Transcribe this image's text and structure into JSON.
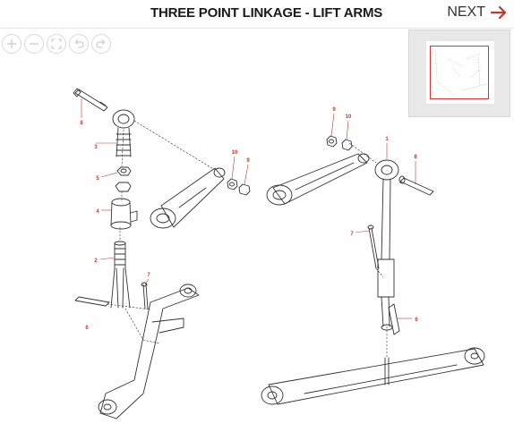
{
  "header": {
    "title": "THREE POINT LINKAGE - LIFT ARMS",
    "next_label": "NEXT"
  },
  "toolbar": {
    "tools": [
      "zoom-in",
      "zoom-out",
      "fit-screen",
      "undo",
      "redo"
    ]
  },
  "colors": {
    "accent": "#c0392b",
    "title_text": "#1a1a1a",
    "line_art": "#333333",
    "toolbar_icon": "#cfcfcf"
  },
  "diagram": {
    "callouts": {
      "c1": "1",
      "c2": "2",
      "c3": "3",
      "c4": "4",
      "c5": "5",
      "c6a": "6",
      "c6b": "6",
      "c7a": "7",
      "c7b": "7",
      "c8a": "8",
      "c8b": "8",
      "c9a": "9",
      "c9b": "9",
      "c10a": "10",
      "c10b": "10"
    }
  }
}
